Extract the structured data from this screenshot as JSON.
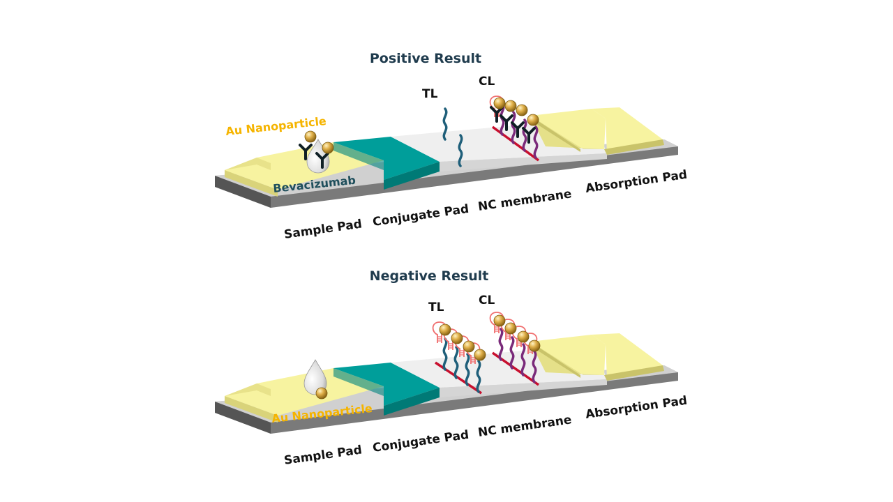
{
  "colors": {
    "title": "#1f3b4d",
    "pad_label": "#111111",
    "gold_text": "#f5b400",
    "teal_text": "#1f4f5c",
    "sample_pad": "#f7f3a0",
    "conjugate_pad": "#009e9a",
    "membrane": "#efefef",
    "backing": "#7a7a7a",
    "line_red": "#c8102e",
    "dna_blue": "#1f5f7a",
    "probe_purple": "#7a2a7a",
    "hairpin_pink": "#f06e6e",
    "antibody": "#0f1f25",
    "nanoparticle": "#d9a63a"
  },
  "icons": [
    "water-drop-icon",
    "antibody-icon",
    "gold-nanoparticle-icon",
    "dna-strand-icon",
    "hairpin-probe-icon"
  ],
  "positive": {
    "title": "Positive Result",
    "test_line_label": "TL",
    "control_line_label": "CL",
    "nanoparticle_label": "Au Nanoparticle",
    "antibody_label": "Bevacizumab",
    "pads": {
      "sample": "Sample Pad",
      "conjugate": "Conjugate Pad",
      "membrane": "NC membrane",
      "absorption": "Absorption Pad"
    }
  },
  "negative": {
    "title": "Negative Result",
    "test_line_label": "TL",
    "control_line_label": "CL",
    "nanoparticle_label": "Au Nanoparticle",
    "pads": {
      "sample": "Sample Pad",
      "conjugate": "Conjugate Pad",
      "membrane": "NC membrane",
      "absorption": "Absorption Pad"
    }
  }
}
